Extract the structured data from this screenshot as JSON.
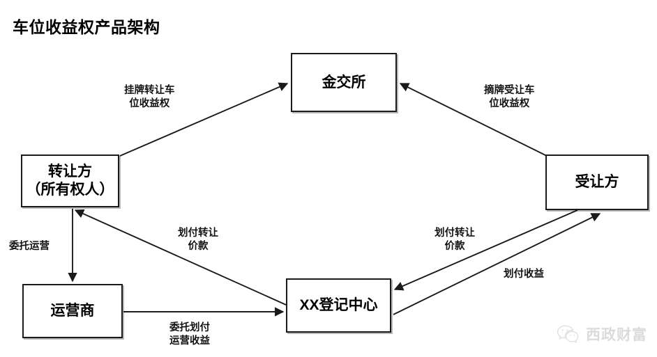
{
  "title": "车位收益权产品架构",
  "diagram": {
    "type": "flow",
    "nodes": [
      {
        "id": "exchange",
        "label": "金交所",
        "lines": [
          "金交所"
        ]
      },
      {
        "id": "transferor",
        "label": "转让方（所有权人）",
        "lines": [
          "转让方",
          "（所有权人）"
        ]
      },
      {
        "id": "transferee",
        "label": "受让方",
        "lines": [
          "受让方"
        ]
      },
      {
        "id": "operator",
        "label": "运营商",
        "lines": [
          "运营商"
        ]
      },
      {
        "id": "registry",
        "label": "XX登记中心",
        "lines": [
          "XX登记中心"
        ]
      }
    ],
    "edges": [
      {
        "id": "e1",
        "from": "transferor",
        "to": "exchange",
        "label": "挂牌转让车位收益权",
        "lines": [
          "挂牌转让车",
          "位收益权"
        ]
      },
      {
        "id": "e2",
        "from": "transferee",
        "to": "exchange",
        "label": "摘牌受让车位收益权",
        "lines": [
          "摘牌受让车",
          "位收益权"
        ]
      },
      {
        "id": "e3",
        "from": "transferor",
        "to": "operator",
        "label": "委托运营",
        "lines": [
          "委托运营"
        ]
      },
      {
        "id": "e4",
        "from": "registry",
        "to": "transferor",
        "label": "划付转让价款",
        "lines": [
          "划付转让",
          "价款"
        ]
      },
      {
        "id": "e5",
        "from": "transferee",
        "to": "registry",
        "label": "划付转让价款",
        "lines": [
          "划付转让",
          "价款"
        ]
      },
      {
        "id": "e6",
        "from": "registry",
        "to": "transferee",
        "label": "划付收益",
        "lines": [
          "划付收益"
        ]
      },
      {
        "id": "e7",
        "from": "operator",
        "to": "registry",
        "label": "委托划付运营收益",
        "lines": [
          "委托划付",
          "运营收益"
        ]
      }
    ]
  },
  "watermark": {
    "text": "西政财富",
    "icon": "wechat-icon"
  },
  "colors": {
    "background": "#ffffff",
    "stroke": "#1a1a1a",
    "text": "#000000",
    "watermark": "#8a8a8a"
  }
}
